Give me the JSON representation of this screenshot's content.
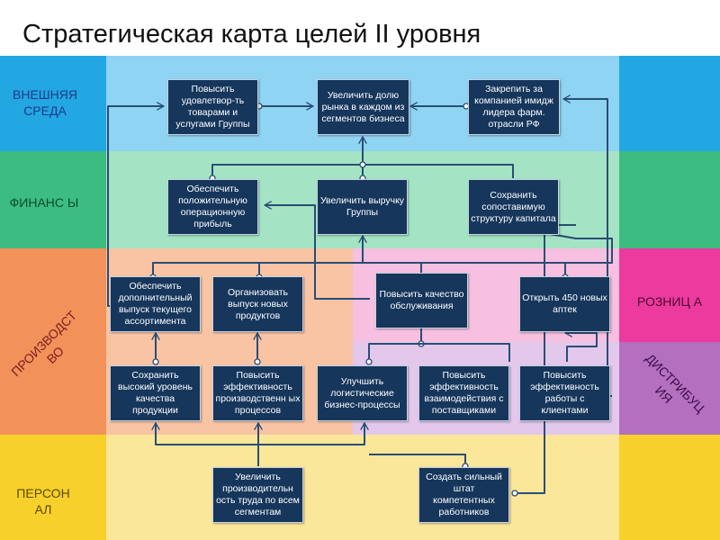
{
  "title": "Стратегическая карта целей II уровня",
  "colors": {
    "external": "#22a7e3",
    "finance": "#3cbc80",
    "production": "#f2915a",
    "retail": "#ec3a9f",
    "distribution": "#b46fbe",
    "personnel": "#f7d02b",
    "node_fill": "#16365c",
    "link": "#2a4d75"
  },
  "side_labels": {
    "external": "ВНЕШНЯЯ СРЕДА",
    "finance": "ФИНАНС Ы",
    "production": "ПРОИЗВОДСТ ВО",
    "retail": "РОЗНИЦ А",
    "distribution": "ДИСТРИБУЦ ИЯ",
    "personnel": "ПЕРСОН АЛ"
  },
  "goals": {
    "satisfaction": "Повысить удовлетвор-ть товарами и услугами Группы",
    "market_share": "Увеличить долю рынка в каждом из сегментов бизнеса",
    "image": "Закрепить за компанией имидж лидера фарм. отрасли РФ",
    "profit": "Обеспечить положительную операционную прибыль",
    "revenue": "Увеличить выручку Группы",
    "capital": "Сохранить сопоставимую структуру капитала",
    "extra_output": "Обеспечить дополнительный выпуск текущего ассортимента",
    "new_products": "Организовать выпуск новых продуктов",
    "service_quality": "Повысить качество обслуживания",
    "pharmacies": "Открыть 450 новых аптек",
    "product_quality": "Сохранить высокий уровень качества продукции",
    "production_eff": "Повысить эффективность производственн ых процессов",
    "logistics": "Улучшить логистические бизнес-процессы",
    "supplier_eff": "Повысить эффективность взаимодействия с поставщиками",
    "client_eff": "Повысить эффективность работы с клиентами",
    "productivity": "Увеличить производительн ость труда по всем сегментам",
    "staff": "Создать сильный штат компетентных работников"
  }
}
